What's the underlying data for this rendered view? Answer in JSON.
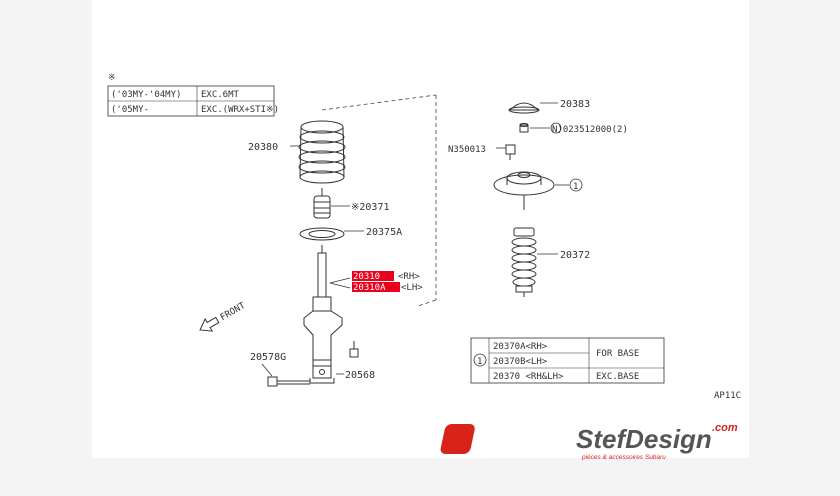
{
  "note_table": {
    "mark": "※",
    "rows": [
      {
        "year": "('03MY-'04MY)",
        "cond": "EXC.6MT"
      },
      {
        "year": "('05MY-",
        "cond": "EXC.(WRX+STI※)"
      }
    ]
  },
  "parts": {
    "spring": "20380",
    "bump_stop": "※20371",
    "spring_seat": "20375A",
    "strut_rh_code": "20310",
    "strut_rh_side": "<RH>",
    "strut_lh_code": "20310A",
    "strut_lh_side": "<LH>",
    "bolt": "20578G",
    "nut": "20568",
    "mount_cap": "20383",
    "washer_note": "N)023512000(2)",
    "self_lock_nut": "N350013",
    "mount_ref": "1",
    "dust_boot": "20372"
  },
  "front_label": "FRONT",
  "ref_table": {
    "ref": "1",
    "rows": [
      {
        "part": "20370A<RH>",
        "cond": "FOR BASE"
      },
      {
        "part": "20370B<LH>",
        "cond": ""
      },
      {
        "part": "20370 <RH&LH>",
        "cond": "EXC.BASE"
      }
    ]
  },
  "drawing_code": "AP11C",
  "logo": {
    "brand": "StefDesign",
    "domain": ".com",
    "tagline": "pièces & accessoires Subaru"
  },
  "colors": {
    "highlight": "#e8001c",
    "line": "#333333",
    "logo_red": "#d8231a"
  }
}
